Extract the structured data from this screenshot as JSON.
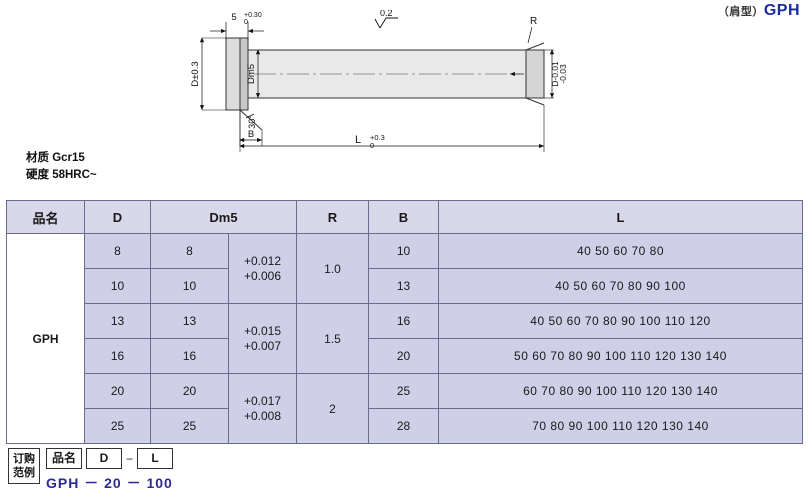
{
  "header": {
    "type_note": "（肩型）",
    "code": "GPH"
  },
  "drawing": {
    "dim_top": "5",
    "dim_top_tol_upper": "+0.30",
    "dim_top_tol_lower": "0",
    "dim_left_label": "D±0.3",
    "dim_dm5": "Dm5",
    "dim_angle": "30°",
    "dim_b": "B",
    "dim_length": "L",
    "dim_length_tol_upper": "+0.3",
    "dim_length_tol_lower": "0",
    "dim_r": "R",
    "dim_right_label": "D-0.01",
    "dim_right_label2": "-0.03",
    "surface_finish": "0.2"
  },
  "notes": {
    "material": "材质  Gcr15",
    "hardness": "硬度  58HRC~"
  },
  "table": {
    "headers": [
      "品名",
      "D",
      "Dm5",
      "R",
      "B",
      "L"
    ],
    "name": "GPH",
    "rows": [
      {
        "d": "8",
        "dm5": "8",
        "tol_upper": "+0.012",
        "tol_lower": "+0.006",
        "r": "1.0",
        "b": "10",
        "l": "40  50 60  70  80"
      },
      {
        "d": "10",
        "dm5": "10",
        "tol_upper": "+0.012",
        "tol_lower": "+0.006",
        "r": "1.0",
        "b": "13",
        "l": "40  50  60  70  80  90  100"
      },
      {
        "d": "13",
        "dm5": "13",
        "tol_upper": "+0.015",
        "tol_lower": "+0.007",
        "r": "1.5",
        "b": "16",
        "l": "40  50  60  70  80  90  100  110  120"
      },
      {
        "d": "16",
        "dm5": "16",
        "tol_upper": "+0.015",
        "tol_lower": "+0.007",
        "r": "1.5",
        "b": "20",
        "l": "50  60  70  80  90  100  110  120  130  140"
      },
      {
        "d": "20",
        "dm5": "20",
        "tol_upper": "+0.017",
        "tol_lower": "+0.008",
        "r": "2",
        "b": "25",
        "l": "60  70  80  90  100  110  120  130  140"
      },
      {
        "d": "25",
        "dm5": "25",
        "tol_upper": "+0.017",
        "tol_lower": "+0.008",
        "r": "2",
        "b": "28",
        "l": "70  80  90  100  110  120  130  140"
      }
    ]
  },
  "order": {
    "label_line1": "订购",
    "label_line2": "范例",
    "box1": "品名",
    "box2": "D",
    "box3": "L",
    "dash1": "−",
    "dash2": "",
    "example": "GPH － 20  － 100"
  }
}
